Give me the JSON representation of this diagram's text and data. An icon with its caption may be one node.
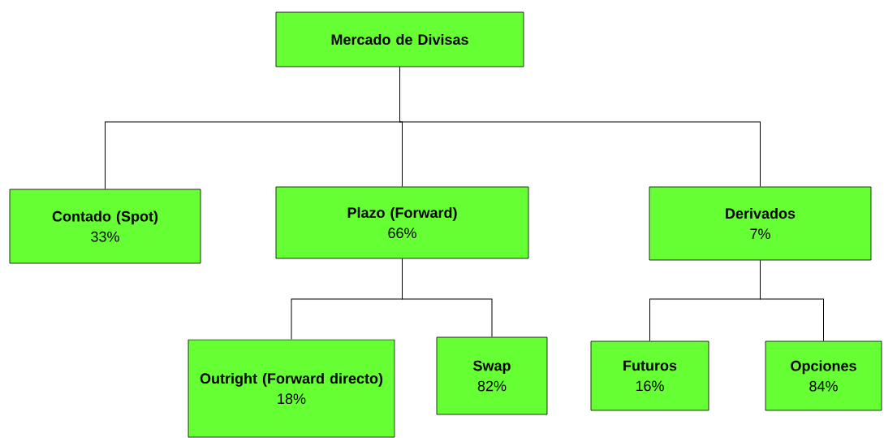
{
  "diagram": {
    "nodes": [
      {
        "text": [
          "Mercado de Divisas"
        ]
      },
      {
        "text": [
          "Contado (Spot)",
          "33%"
        ]
      },
      {
        "text": [
          "Plazo (Forward)",
          "66%"
        ]
      },
      {
        "text": [
          "Derivados",
          "7%"
        ]
      },
      {
        "text": [
          "Outright (Forward directo)",
          "18%"
        ]
      },
      {
        "text": [
          "Swap",
          "82%"
        ]
      },
      {
        "text": [
          "Futuros",
          "16%"
        ]
      },
      {
        "text": [
          "Opciones",
          "84%"
        ]
      }
    ],
    "edges": [
      {
        "from": 0,
        "to": 1,
        "arrow": "none"
      },
      {
        "from": 0,
        "to": 2,
        "arrow": "none"
      },
      {
        "from": 0,
        "to": 3,
        "arrow": "none"
      },
      {
        "from": 2,
        "to": 4,
        "arrow": "none"
      },
      {
        "from": 2,
        "to": 5,
        "arrow": "none"
      },
      {
        "from": 3,
        "to": 6,
        "arrow": "none"
      },
      {
        "from": 3,
        "to": 7,
        "arrow": "none"
      }
    ]
  }
}
